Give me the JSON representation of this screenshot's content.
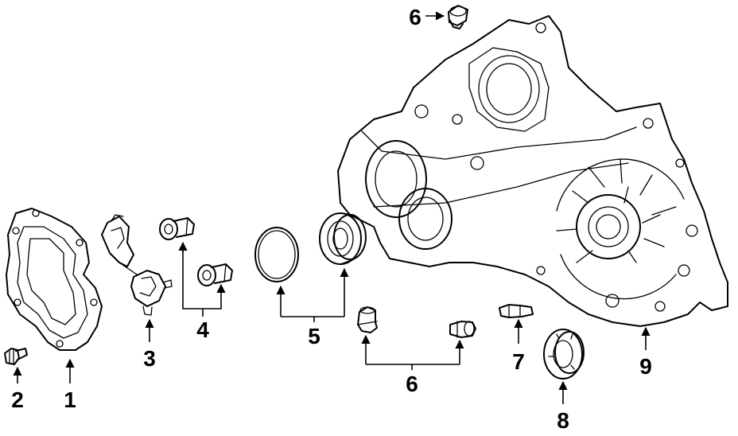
{
  "callouts": [
    {
      "id": "1",
      "label": "1"
    },
    {
      "id": "2",
      "label": "2"
    },
    {
      "id": "3",
      "label": "3"
    },
    {
      "id": "4",
      "label": "4"
    },
    {
      "id": "5",
      "label": "5"
    },
    {
      "id": "6a",
      "label": "6"
    },
    {
      "id": "6b",
      "label": "6"
    },
    {
      "id": "7",
      "label": "7"
    },
    {
      "id": "8",
      "label": "8"
    },
    {
      "id": "9",
      "label": "9"
    }
  ],
  "colors": {
    "line": "#000000",
    "background": "#ffffff"
  }
}
